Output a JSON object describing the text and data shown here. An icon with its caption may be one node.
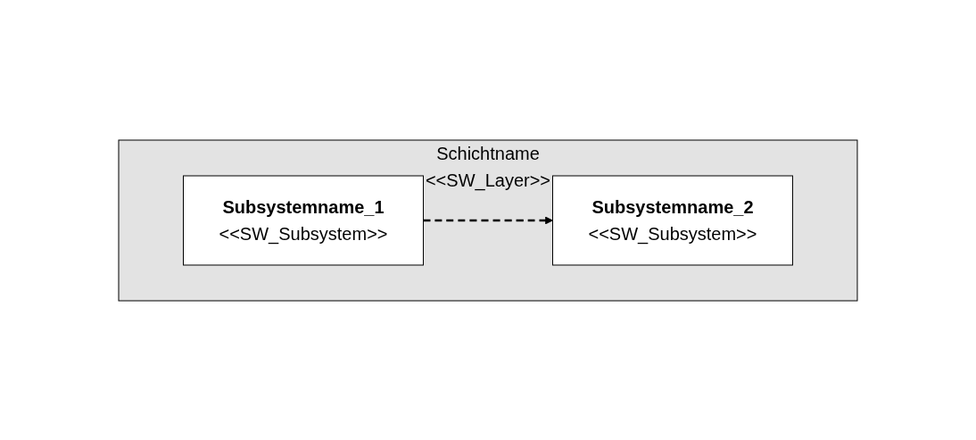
{
  "diagram": {
    "nodes": [
      {
        "text": [
          "Schichtname",
          "<<SW_Layer>>"
        ]
      },
      {
        "text": [
          "Subsystemname_1",
          "<<SW_Subsystem>>"
        ],
        "in": 0
      },
      {
        "text": [
          "Subsystemname_2",
          "<<SW_Subsystem>>"
        ],
        "in": 0
      }
    ],
    "edges": [
      {
        "from": 1,
        "to": 2,
        "arrow": "to",
        "style": "dashed"
      }
    ]
  }
}
